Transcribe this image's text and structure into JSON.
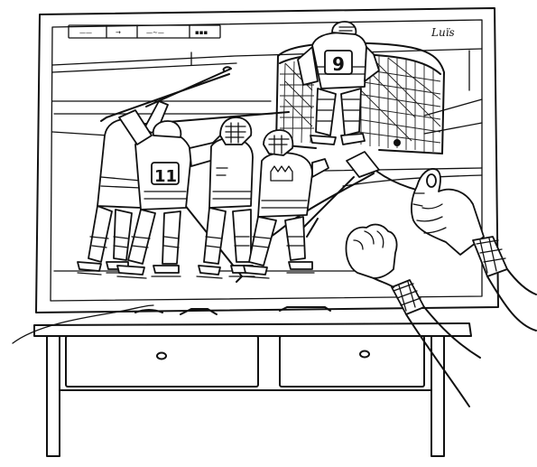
{
  "scene": {
    "signature": "Luïs",
    "scoreboard": {
      "segments": [
        "——",
        "→",
        "—∼—"
      ],
      "indicator": "▪▪▪"
    },
    "jerseys": {
      "goalie": "9",
      "raised_arm_player": "11"
    }
  }
}
